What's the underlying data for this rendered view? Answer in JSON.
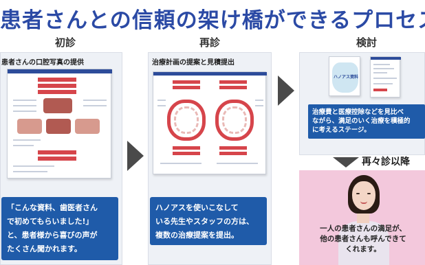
{
  "title": "患者さんとの信頼の架け橋ができるプロセス",
  "columns": {
    "first": {
      "heading": "初診",
      "caption": "患者さんの口腔写真の提供",
      "info_lines": [
        "「こんな資料、歯医者さん",
        "で初めてもらいました!」",
        "と、患者様から喜びの声が",
        "たくさん聞かれます。"
      ]
    },
    "second": {
      "heading": "再診",
      "caption": "治療計画の提案と見積提出",
      "info_lines": [
        "ハノアスを使いこなして",
        "いる先生やスタッフの方は、",
        "複数の治療提案を提出。"
      ]
    },
    "third": {
      "heading": "検討",
      "tooth_card_label": "ハノアス資料",
      "consider_lines": [
        "治療費と医療控除などを見比べ",
        "ながら、満足のいく治療を積極的",
        "に考えるステージ。"
      ]
    }
  },
  "next_visit_label": "再々診以降",
  "pink_lines": [
    "一人の患者さんの満足が、",
    "他の患者さんも呼んできて",
    "くれます。"
  ],
  "colors": {
    "title_blue": "#2b4aa5",
    "info_blue": "#1f5ba9",
    "accent_red": "#d6454b",
    "pink_bg": "#f3c8dc",
    "arrow_gray": "#4a4a4a"
  }
}
